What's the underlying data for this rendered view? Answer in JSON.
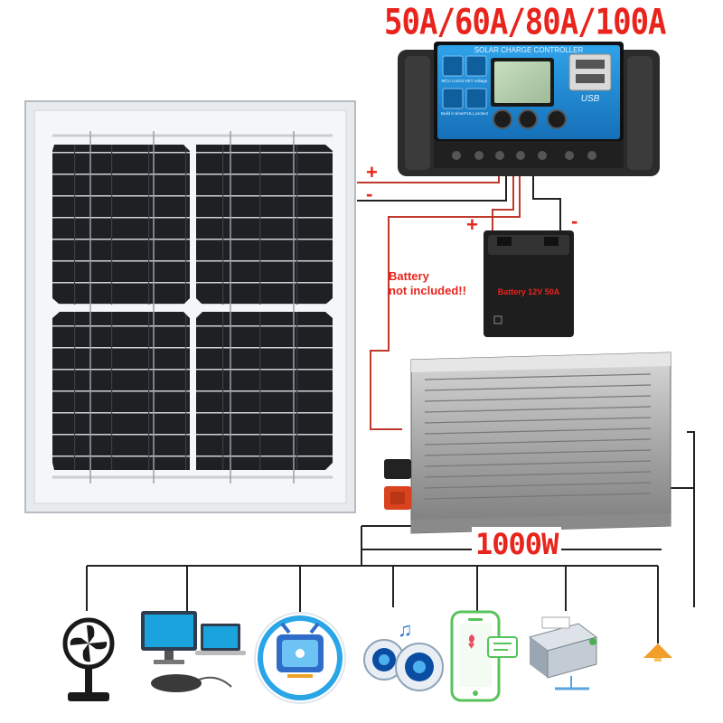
{
  "headline": "50A/60A/80A/100A",
  "controller": {
    "title": "SOLAR CHARGE CONTROLLER",
    "usb_label": "USB",
    "icon_labels": [
      "MCU control",
      "SET voltage",
      "Build in timer",
      "FULL protect"
    ]
  },
  "battery": {
    "note_line1": "Battery",
    "note_line2": "not included!!",
    "label": "Battery  12V 50A",
    "plus": "+",
    "minus": "-"
  },
  "wiring": {
    "plus": "+",
    "minus": "-"
  },
  "power_label": "1000W",
  "appliances": [
    "fan-icon",
    "computer-icon",
    "tv-icon",
    "speaker-icon",
    "phone-icon",
    "printer-icon",
    "lamp-icon"
  ],
  "colors": {
    "accent_red": "#e8241c",
    "controller_blue": "#1e8fd8",
    "wire_red": "#c0392b",
    "wire_black": "#222222"
  }
}
